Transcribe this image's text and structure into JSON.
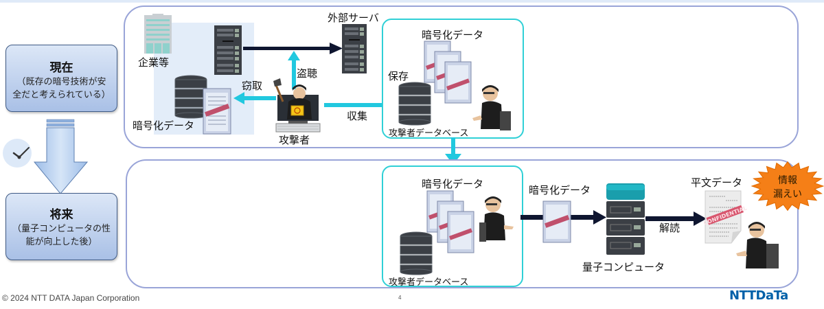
{
  "stages": {
    "now": {
      "title": "現在",
      "subtitle_line1": "（既存の暗号技術が安",
      "subtitle_line2": "全だと考えられている）"
    },
    "future": {
      "title": "将来",
      "subtitle_line1": "（量子コンピュータの性",
      "subtitle_line2": "能が向上した後）"
    }
  },
  "panel_now": {
    "company_label": "企業等",
    "encrypted_data_label": "暗号化データ",
    "external_server_label": "外部サーバ",
    "eavesdrop_label": "盗聴",
    "theft_label": "窃取",
    "attacker_label": "攻撃者",
    "collect_label": "収集",
    "store_label": "保存",
    "attacker_db_encrypted_label": "暗号化データ",
    "attacker_db_label": "攻撃者データベース"
  },
  "panel_future": {
    "attacker_db_encrypted_label": "暗号化データ",
    "attacker_db_label": "攻撃者データベース",
    "encrypted_data_label": "暗号化データ",
    "quantum_computer_label": "量子コンピュータ",
    "decrypt_label": "解読",
    "plaintext_label": "平文データ",
    "leak_line1": "情報",
    "leak_line2": "漏えい",
    "confidential_stamp": "CONFIDENTIAL"
  },
  "colors": {
    "cyan_arrow": "#21c8df",
    "dark_arrow": "#0f1630",
    "panel_border": "#99a4d8",
    "leak_burst": "#f57f17",
    "logo": "#0060a8"
  },
  "footer": {
    "copyright": "© 2024 NTT DATA Japan Corporation",
    "page_number": "4",
    "logo_text": "NTTDaTa"
  }
}
